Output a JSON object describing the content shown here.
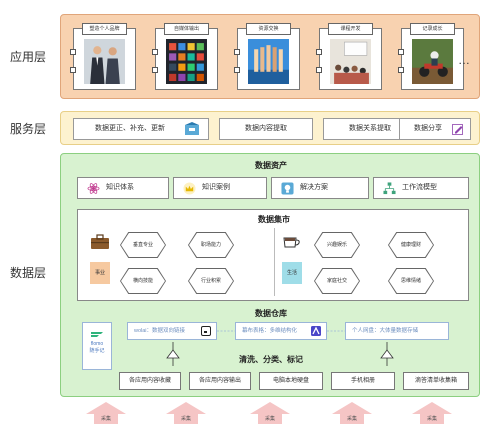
{
  "layers": {
    "app": "应用层",
    "service": "服务层",
    "data": "数据层"
  },
  "apps": [
    {
      "title": "塑造个人品牌"
    },
    {
      "title": "自媒体输出"
    },
    {
      "title": "资源交换"
    },
    {
      "title": "课程开发"
    },
    {
      "title": "记录成长"
    }
  ],
  "apps_more": "…",
  "services": [
    {
      "label": "数据更正、补充、更新"
    },
    {
      "label": "数据内容提取"
    },
    {
      "label": "数据关系提取"
    },
    {
      "label": "数据分享"
    }
  ],
  "data_assets": {
    "title": "数据资产",
    "items": [
      {
        "label": "知识体系",
        "icon": "atom-icon"
      },
      {
        "label": "知识案例",
        "icon": "crown-icon"
      },
      {
        "label": "解决方案",
        "icon": "bulb-icon"
      },
      {
        "label": "工作流模型",
        "icon": "flowchart-icon"
      }
    ]
  },
  "data_mart": {
    "title": "数据集市",
    "career_tag": "事业",
    "life_tag": "生活",
    "career_items": [
      "垂直专业",
      "职场能力",
      "横向技能",
      "行业积累"
    ],
    "life_items": [
      "兴趣娱乐",
      "健康理财",
      "家庭社交",
      "思维情绪"
    ]
  },
  "data_warehouse": {
    "title": "数据仓库",
    "flomo_name": "flomo",
    "flomo_sub": "随手记",
    "tools": [
      {
        "label": "wolai：数据双向链接"
      },
      {
        "label": "幕布表格：多维结构化"
      },
      {
        "label": "个人网盘：大体量数据存储"
      }
    ],
    "process": "清洗、分类、标记",
    "sources": [
      "各应用内容收藏",
      "各应用内容输出",
      "电脑本地硬盘",
      "手机相册",
      "滴答清单收集箱"
    ]
  },
  "collect_label": "采集",
  "colors": {
    "app_band": "#f8d2b0",
    "service_band": "#fdf2cf",
    "data_band": "#d8f2d0",
    "career_tag": "#f6c9a0",
    "life_tag": "#9fdde8",
    "collect_arrow": "#f5c5c5"
  }
}
